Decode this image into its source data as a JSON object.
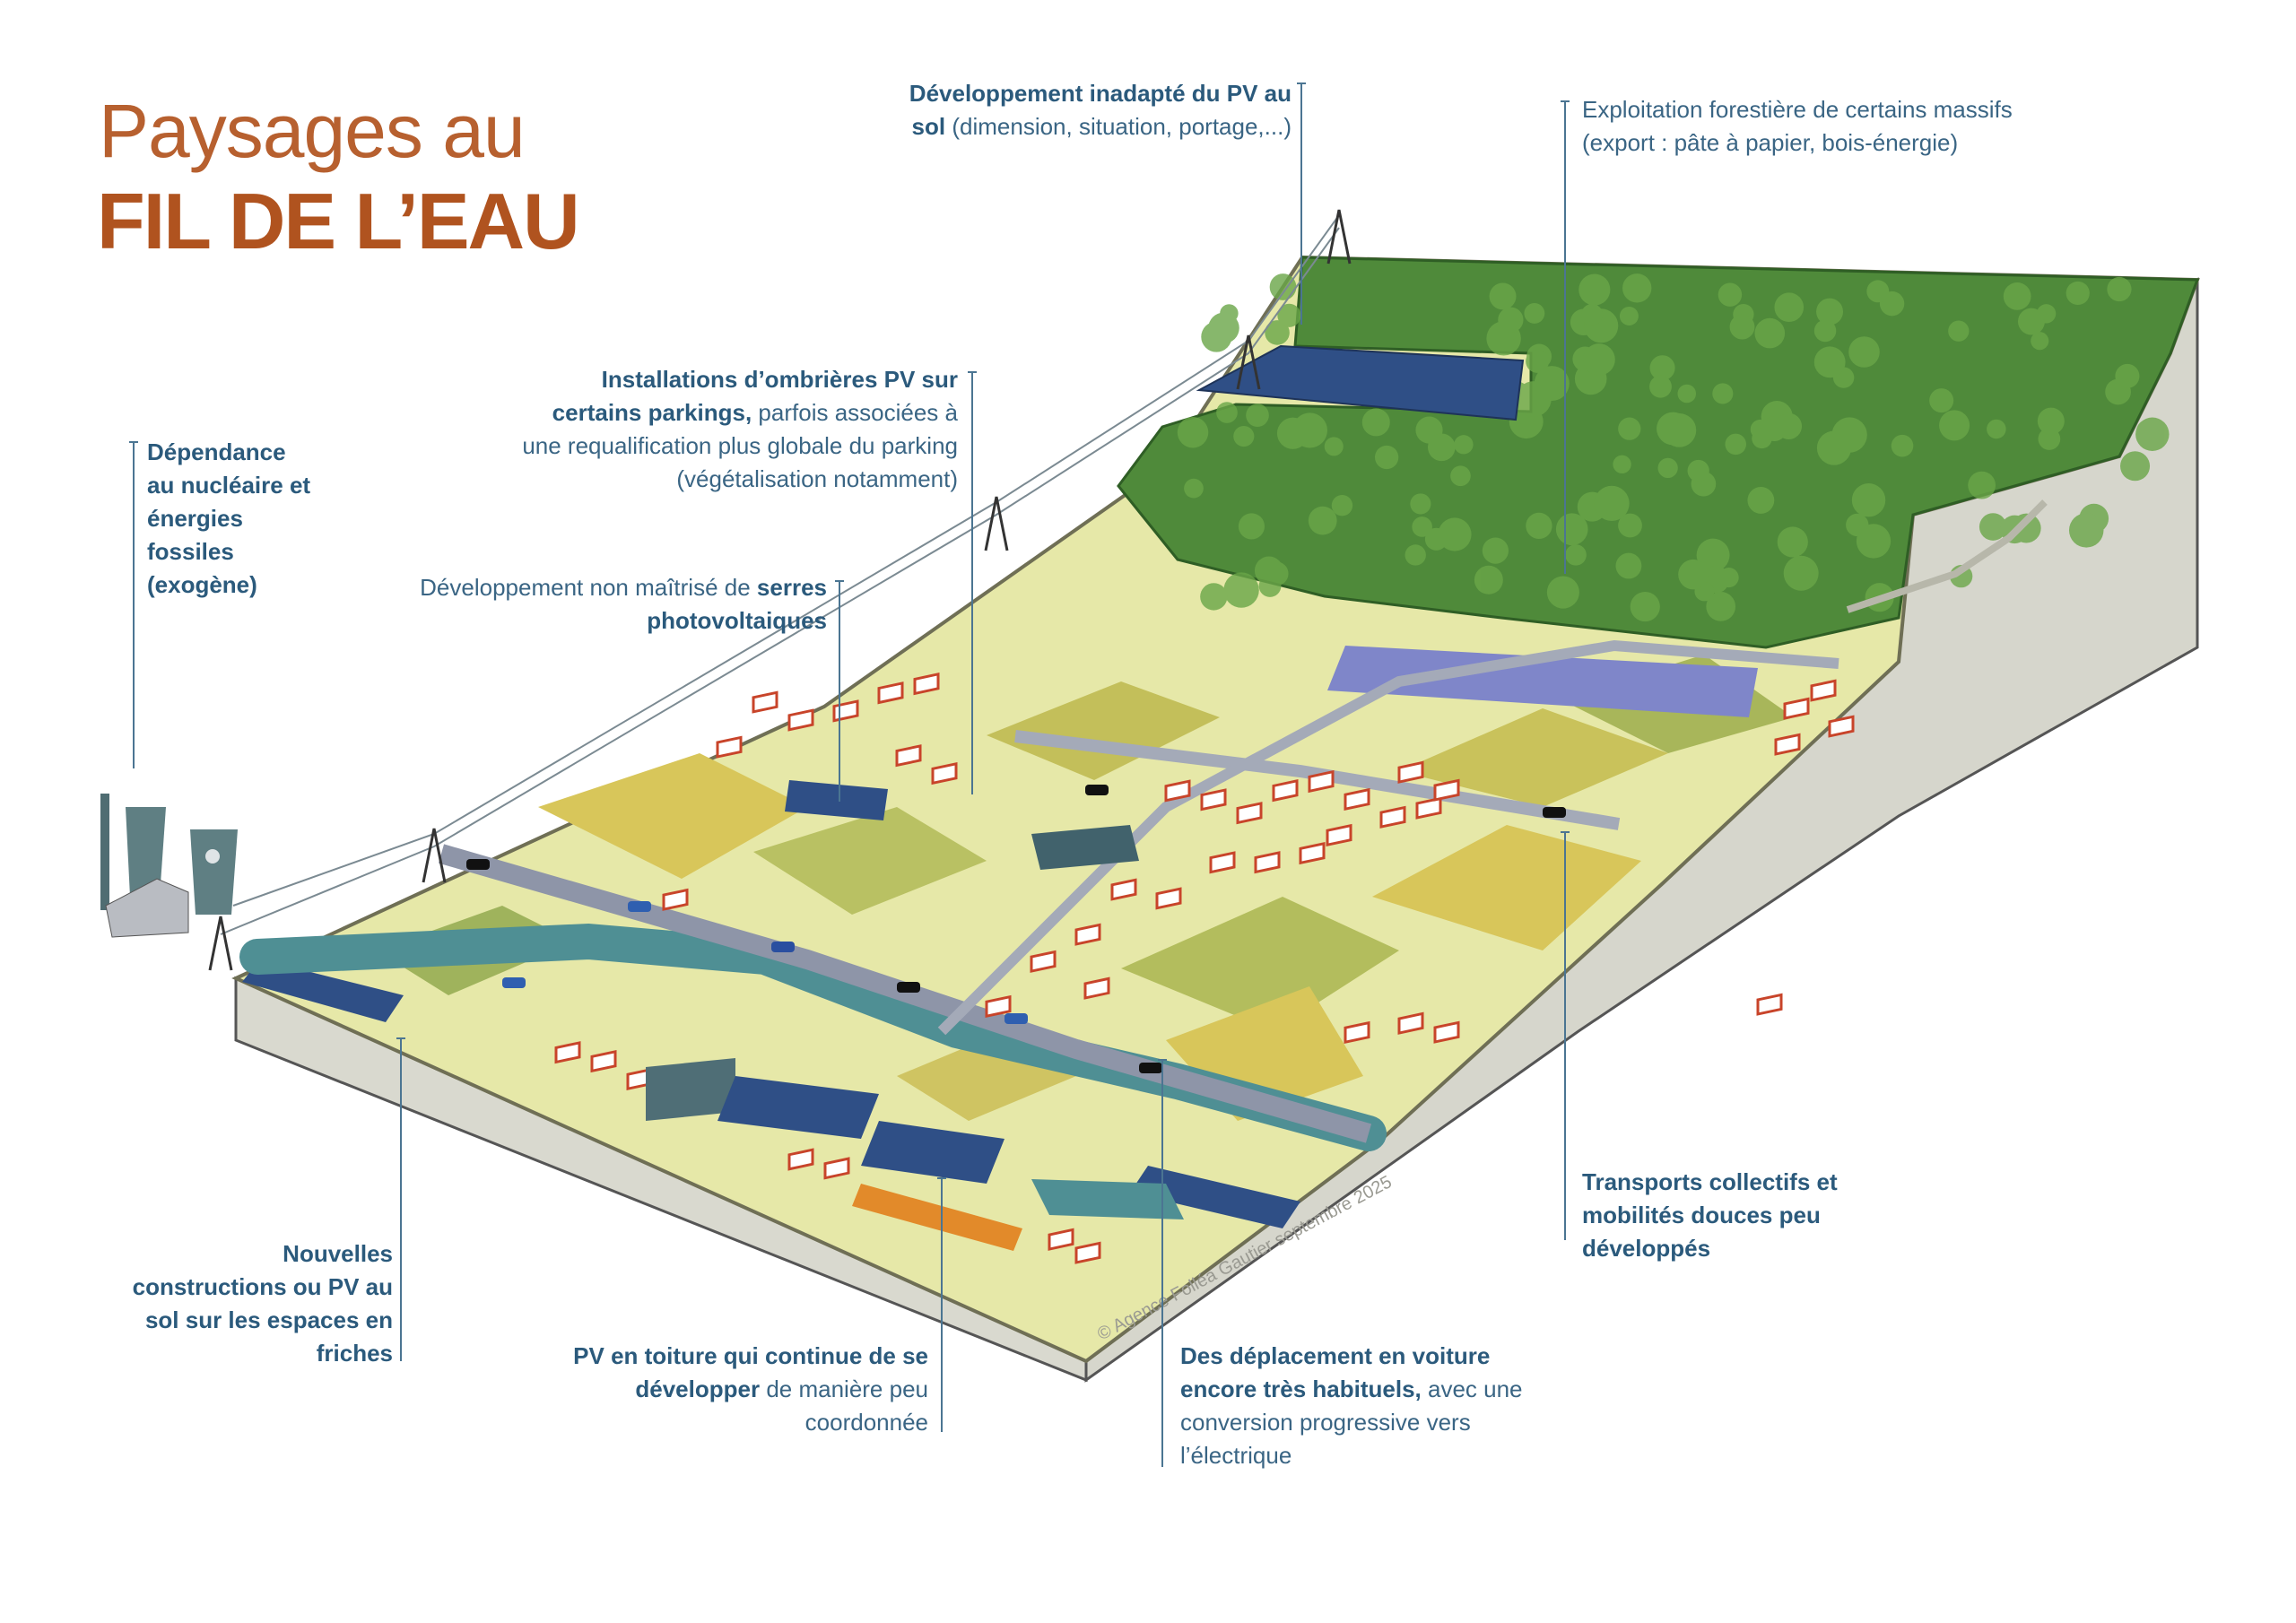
{
  "title": {
    "line1": "Paysages au",
    "line2": "FIL DE L’EAU"
  },
  "annotations": [
    {
      "id": "pv-sol",
      "parts": [
        "Développement inadapté du PV au sol",
        " (dimension, situation, portage,...)"
      ]
    },
    {
      "id": "foret",
      "parts": [
        "Exploitation forestière de certains massifs (export : pâte à papier, bois-énergie)"
      ]
    },
    {
      "id": "ombrieres",
      "parts": [
        "Installations d’ombrières PV sur certains parkings,",
        " parfois associées à une requalification plus globale du parking (végétalisation notamment)"
      ]
    },
    {
      "id": "nucleaire",
      "parts": [
        "Dépendance au nucléaire et énergies fossiles (exogène)"
      ]
    },
    {
      "id": "serres",
      "parts": [
        "Développement non maîtrisé de ",
        "serres photovoltaiques"
      ]
    },
    {
      "id": "friches",
      "parts": [
        "Nouvelles constructions ou PV au sol sur les espaces en friches"
      ]
    },
    {
      "id": "toiture",
      "parts": [
        "PV en toiture qui continue de se développer",
        " de manière peu coordonnée"
      ]
    },
    {
      "id": "voiture",
      "parts": [
        "Des déplacement en voiture encore très habituels,",
        " avec une conversion progressive vers l’électrique"
      ]
    },
    {
      "id": "transports",
      "parts": [
        "Transports collectifs et mobilités douces peu développés"
      ]
    }
  ],
  "copyright": "© Agence Folléa Gautier septembre 2025",
  "colors": {
    "title": "#b0531f",
    "annotation": "#2b5a7c",
    "forest": "#4f8a3a",
    "field": "#d8c65a",
    "river": "#4f8f94",
    "road": "#8e95a8",
    "house_outline": "#c8442a",
    "pv": "#2f4f86"
  }
}
